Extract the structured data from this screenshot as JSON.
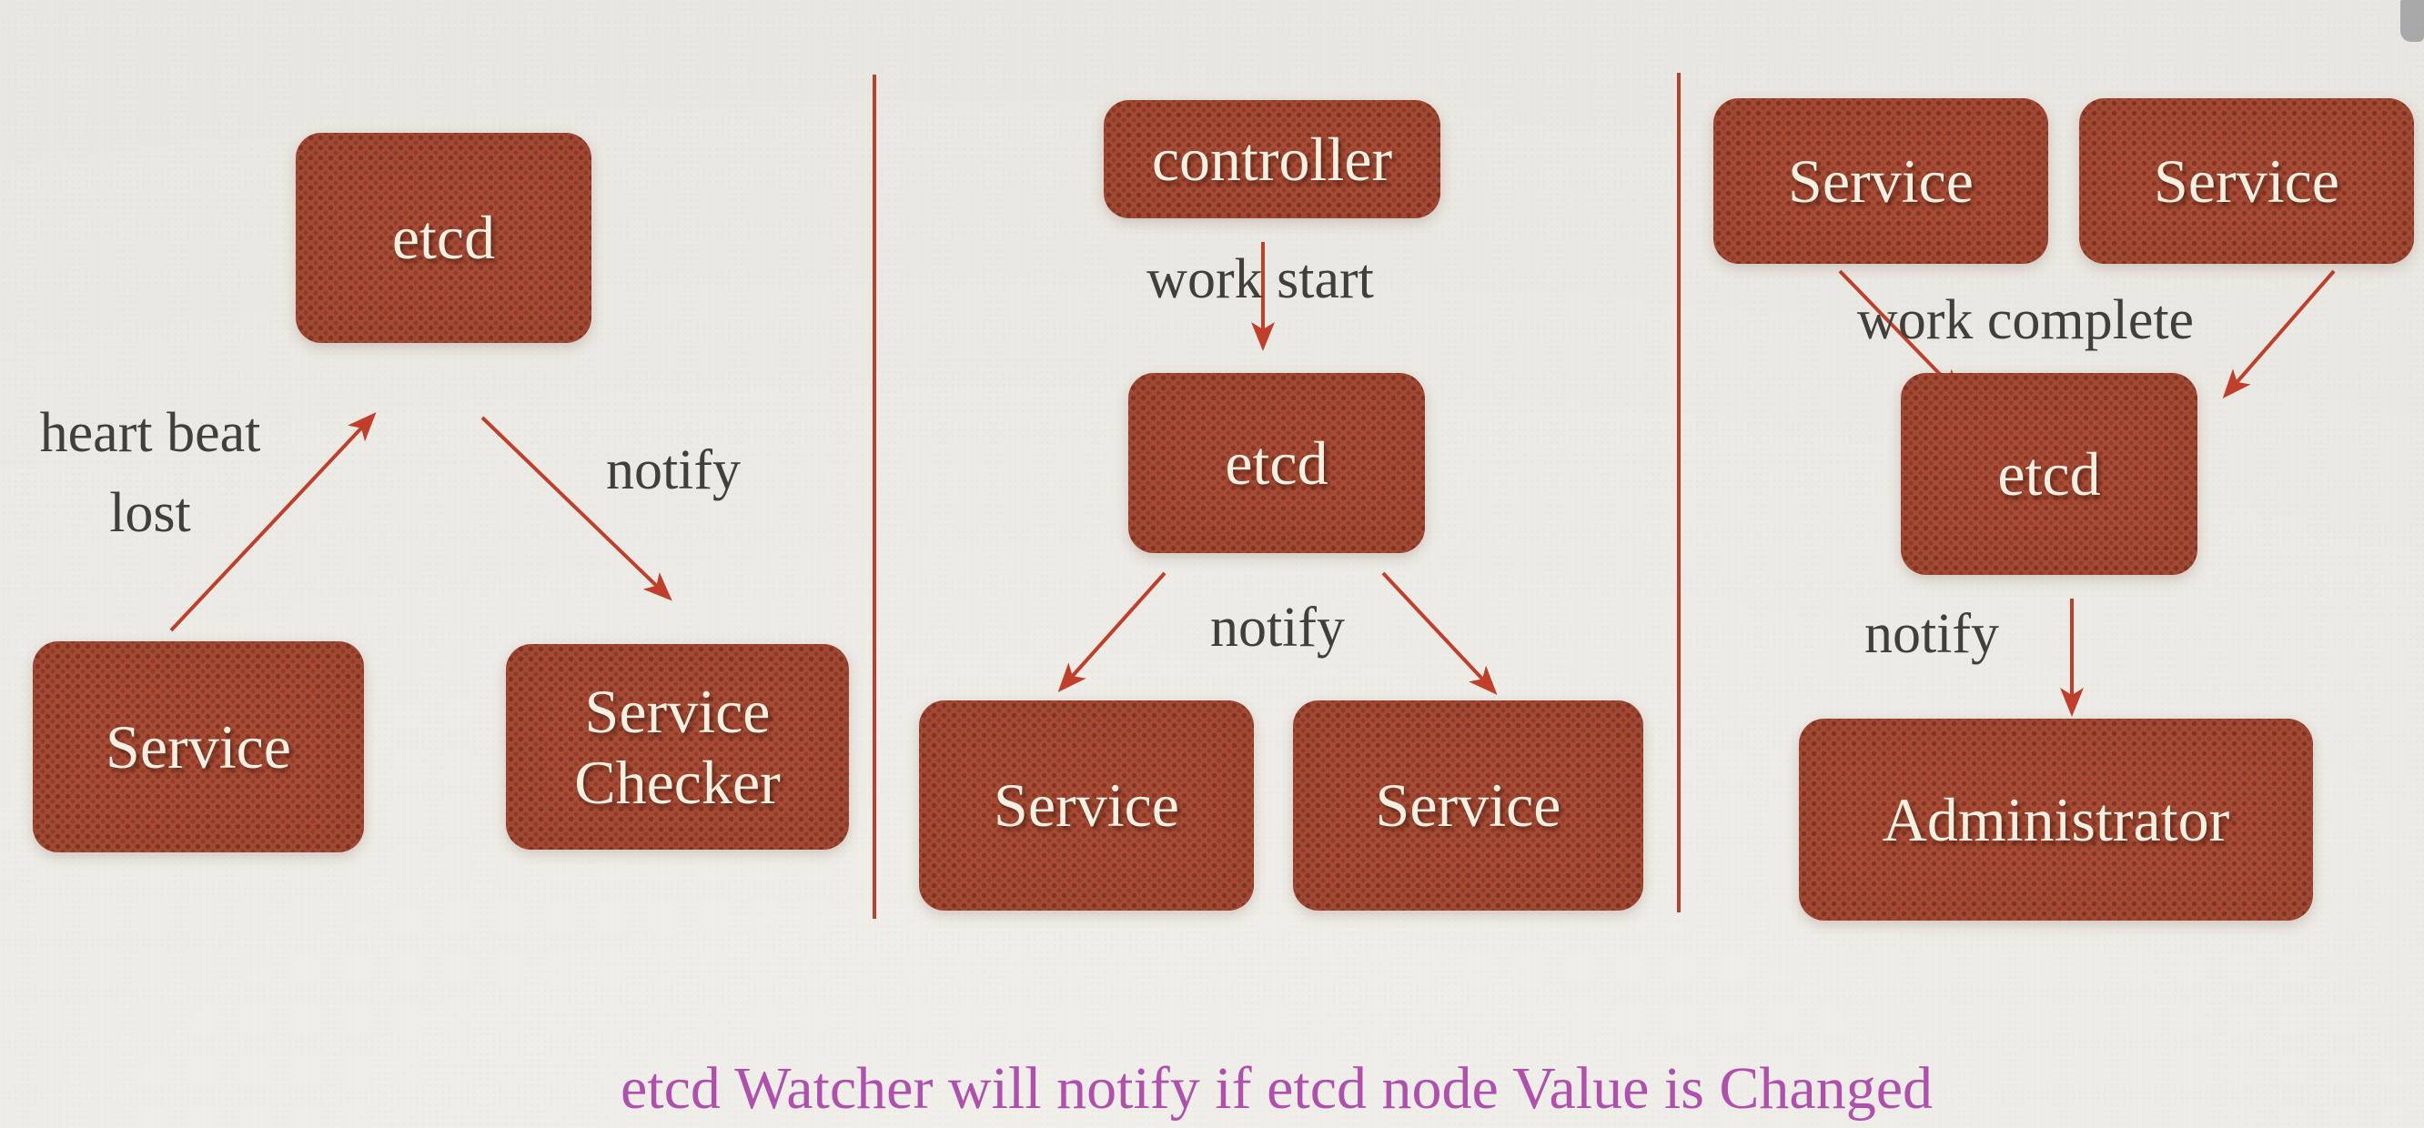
{
  "colors": {
    "background": "#EDEBE6",
    "node_fill": "#A84C36",
    "node_dot": "#8C3A2A",
    "node_text": "#F4F0E2",
    "edge_label_text": "#403F3A",
    "arrow": "#C13E2A",
    "divider": "#B8402D",
    "caption_text": "#B14FAE",
    "scrollbar_thumb": "#A9A9A9"
  },
  "diagram": {
    "panel_heartbeat": {
      "node_etcd": "etcd",
      "node_service": "Service",
      "node_service_checker": "Service Checker",
      "label_heart_beat_lost": "heart beat lost",
      "label_notify": "notify"
    },
    "panel_workstart": {
      "node_controller": "controller",
      "node_etcd": "etcd",
      "node_service_left": "Service",
      "node_service_right": "Service",
      "label_work_start": "work start",
      "label_notify": "notify"
    },
    "panel_workcomplete": {
      "node_service_left": "Service",
      "node_service_right": "Service",
      "node_etcd": "etcd",
      "node_administrator": "Administrator",
      "label_work_complete": "work complete",
      "label_notify": "notify"
    },
    "caption": "etcd Watcher will notify if etcd node Value is Changed"
  }
}
